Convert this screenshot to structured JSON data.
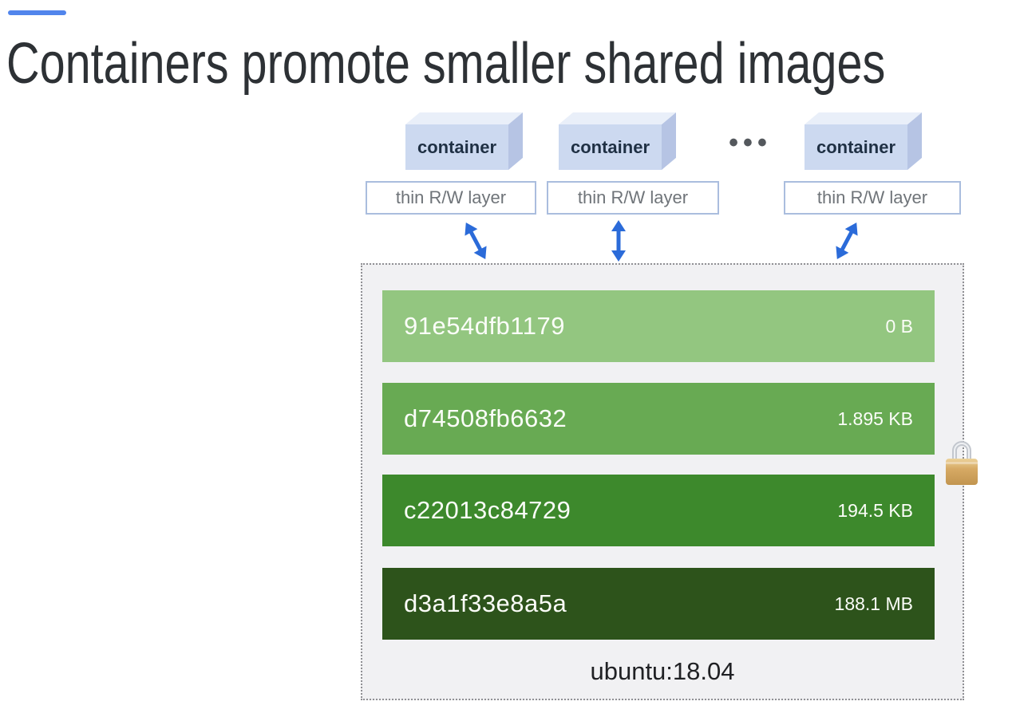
{
  "header": {
    "accent_color": "#5185ec",
    "title": "Containers promote smaller shared images",
    "title_color": "#2d3135"
  },
  "containers": {
    "items": [
      {
        "label": "container"
      },
      {
        "label": "container"
      },
      {
        "label": "container"
      }
    ],
    "ellipsis": "•••",
    "box_front_color": "#ccd9f0",
    "box_top_color": "#e9eff9",
    "box_side_color": "#b6c4e4",
    "label_color": "#1f3044"
  },
  "rw_layers": {
    "items": [
      {
        "label": "thin R/W layer"
      },
      {
        "label": "thin R/W layer"
      },
      {
        "label": "thin R/W layer"
      }
    ],
    "border_color": "#aabdde",
    "text_color": "#6f7479"
  },
  "arrows": {
    "color": "#2b6bd9"
  },
  "image_stack": {
    "background": "#f1f1f3",
    "border_color": "#909094",
    "layers": [
      {
        "id": "91e54dfb1179",
        "size": "0 B",
        "color": "#93c680"
      },
      {
        "id": "d74508fb6632",
        "size": "1.895 KB",
        "color": "#68aa53"
      },
      {
        "id": "c22013c84729",
        "size": "194.5 KB",
        "color": "#3d892c"
      },
      {
        "id": "d3a1f33e8a5a",
        "size": "188.1 MB",
        "color": "#2d531b"
      }
    ],
    "caption": "ubuntu:18.04"
  },
  "lock": {
    "body_color": "#d6a964",
    "shackle_color": "#c3c7ce"
  }
}
